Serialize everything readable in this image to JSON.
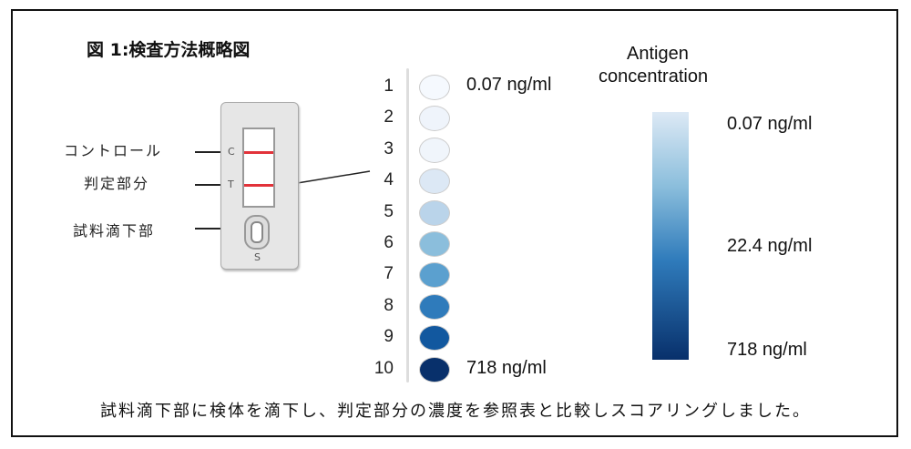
{
  "title": "図 1:検査方法概略図",
  "labels": {
    "control": "コントロール",
    "test": "判定部分",
    "sample": "試料滴下部"
  },
  "cassette": {
    "c": "C",
    "t": "T",
    "s": "S"
  },
  "scale": {
    "items": [
      {
        "n": "1",
        "color": "#f5f9fe"
      },
      {
        "n": "2",
        "color": "#eff4fb"
      },
      {
        "n": "3",
        "color": "#f0f5fb"
      },
      {
        "n": "4",
        "color": "#dce8f5"
      },
      {
        "n": "5",
        "color": "#bad4ea"
      },
      {
        "n": "6",
        "color": "#8bbedc"
      },
      {
        "n": "7",
        "color": "#5ba0cf"
      },
      {
        "n": "8",
        "color": "#2f7bbb"
      },
      {
        "n": "9",
        "color": "#12589f"
      },
      {
        "n": "10",
        "color": "#08306b"
      }
    ],
    "low": "0.07 ng/ml",
    "high": "718 ng/ml"
  },
  "legend": {
    "title1": "Antigen",
    "title2": "concentration",
    "low": "0.07 ng/ml",
    "mid": "22.4 ng/ml",
    "high": "718 ng/ml"
  },
  "caption": "試料滴下部に検体を滴下し、判定部分の濃度を参照表と比較しスコアリングしました。"
}
